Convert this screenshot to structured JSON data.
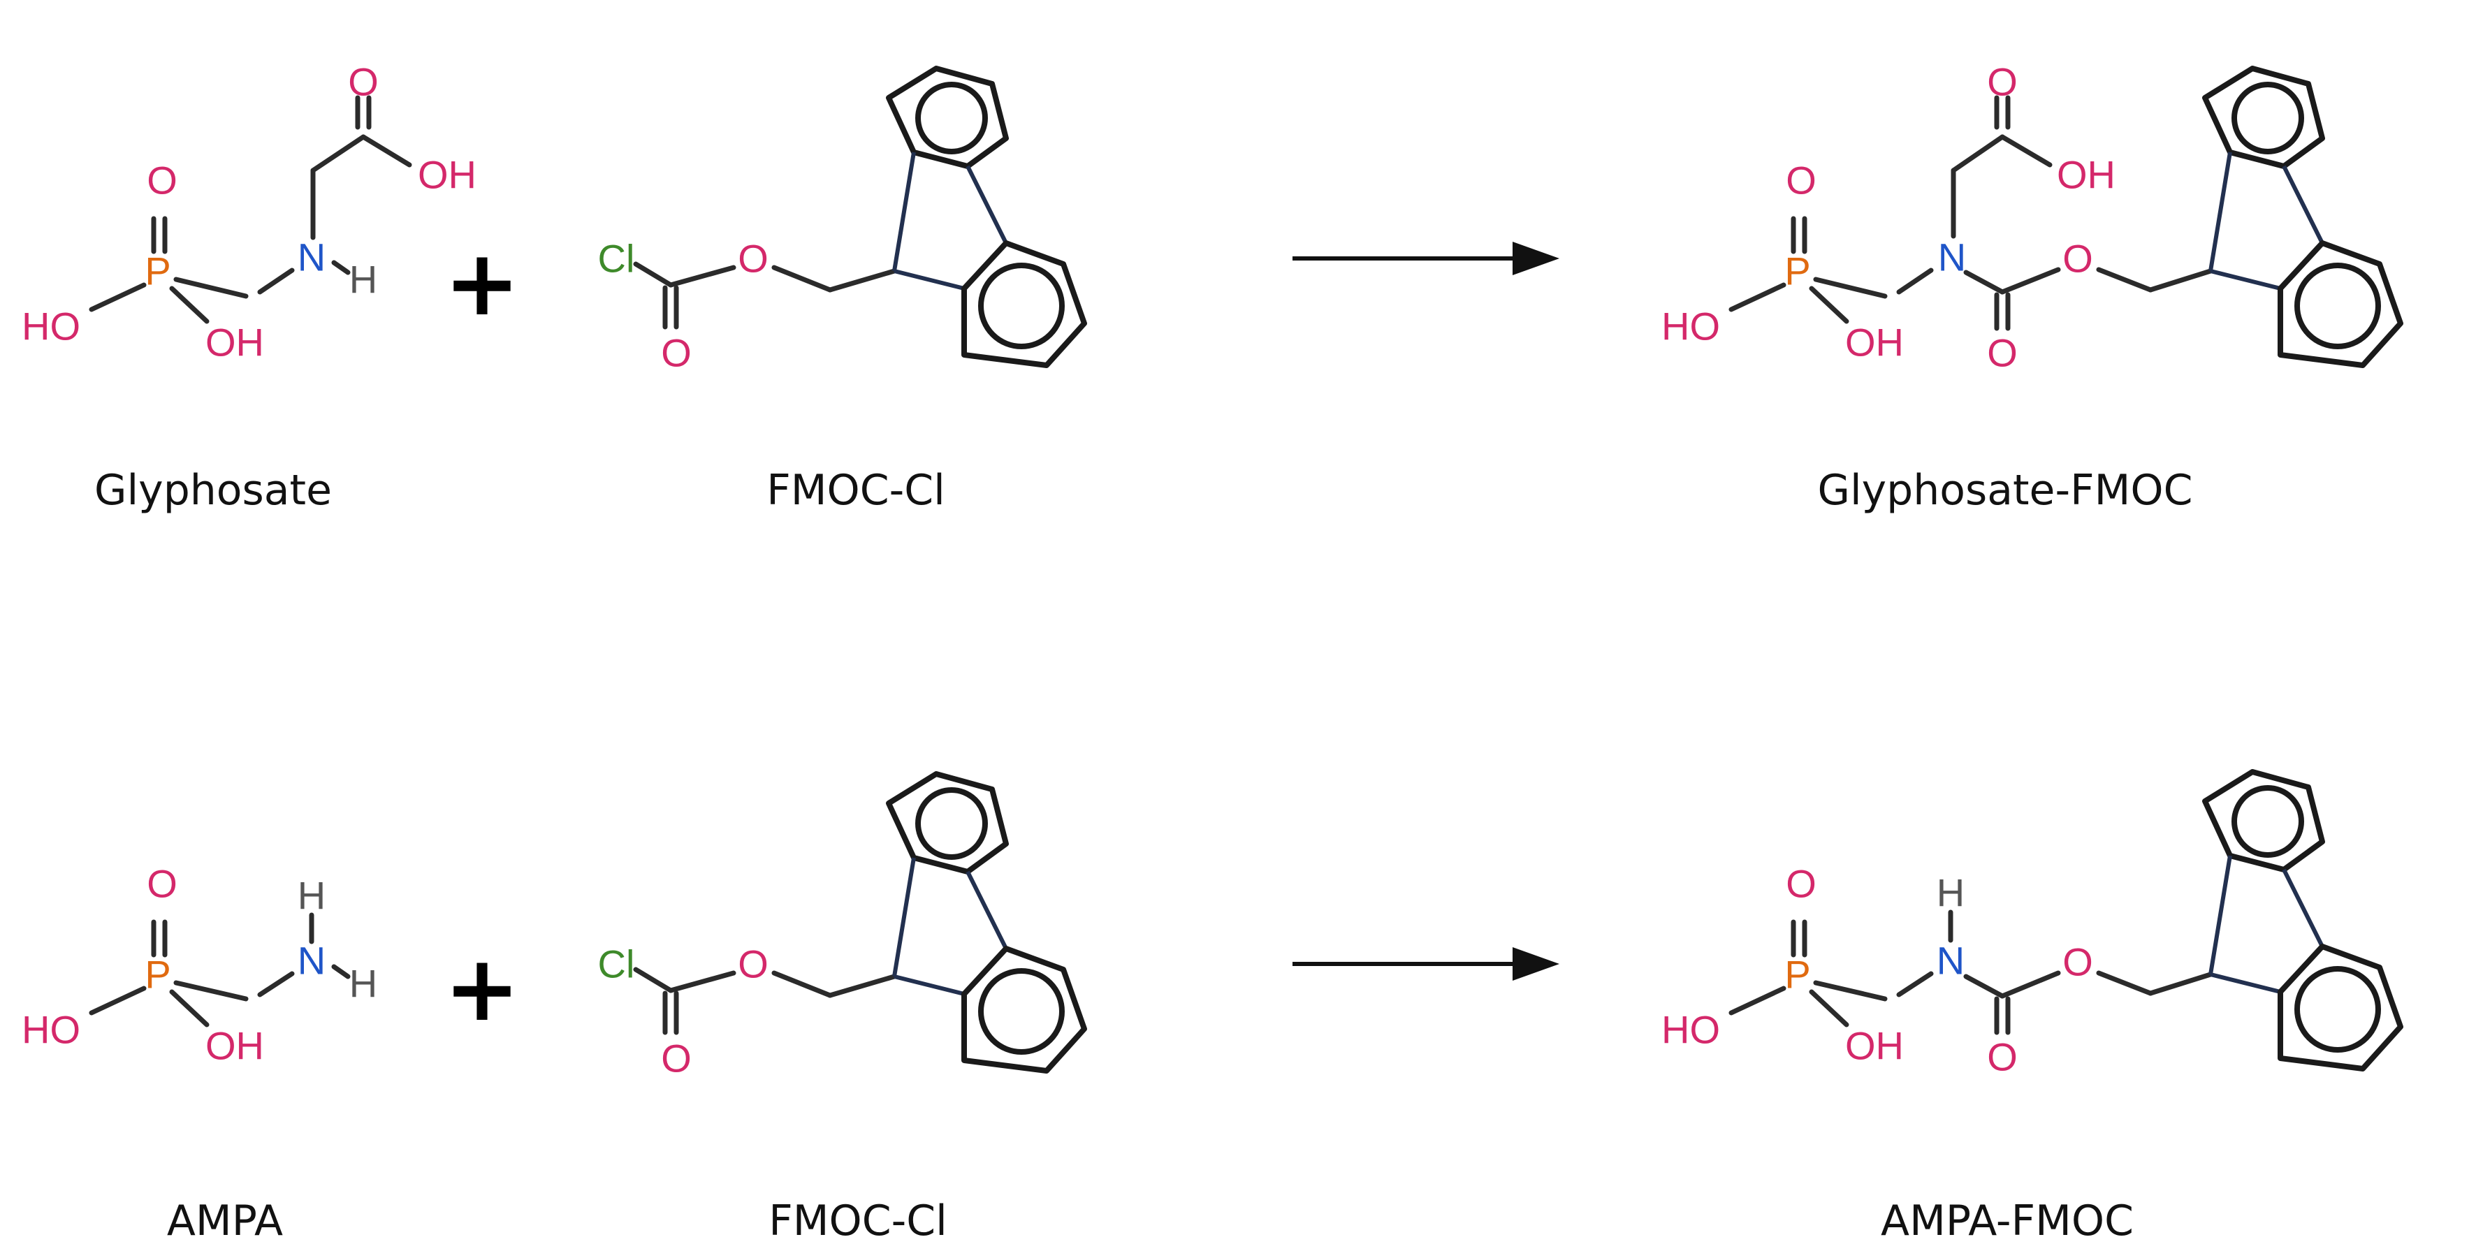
{
  "labels": {
    "glyphosate": "Glyphosate",
    "fmoc_cl_1": "FMOC-Cl",
    "glyphosate_fmoc": "Glyphosate-FMOC",
    "ampa": "AMPA",
    "fmoc_cl_2": "FMOC-Cl",
    "ampa_fmoc": "AMPA-FMOC"
  },
  "plus_sign": "+",
  "atoms": {
    "O": "O",
    "OH": "OH",
    "HO": "HO",
    "P": "P",
    "N": "N",
    "H": "H",
    "Cl": "Cl"
  },
  "colors": {
    "oxygen": "#d4286a",
    "phosphorus": "#e06a10",
    "nitrogen": "#1f55c8",
    "hydrogen": "#555555",
    "chlorine": "#3e8a2a",
    "bond": "#2b2b2b"
  }
}
